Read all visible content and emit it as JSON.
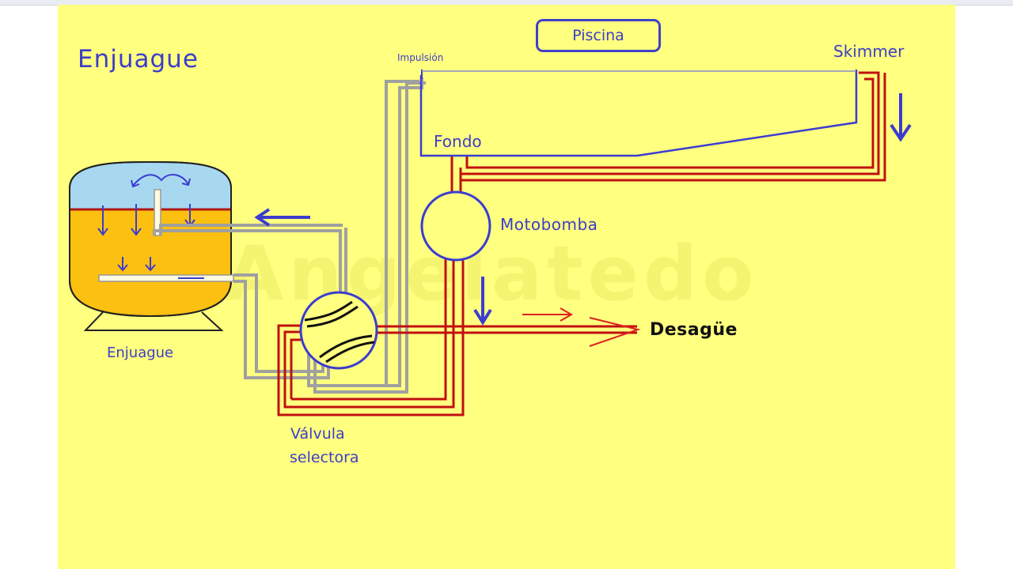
{
  "title": "Enjuague",
  "labels": {
    "pool": "Piscina",
    "discharge_inlet": "Impulsión",
    "skimmer": "Skimmer",
    "bottom_drain": "Fondo",
    "pump": "Motobomba",
    "drain": "Desagüe",
    "filter_caption": "Enjuague",
    "valve_line1": "Válvula",
    "valve_line2": "selectora"
  },
  "watermark": "Angelatedo",
  "colors": {
    "slide_background": "#ffff80",
    "label_blue": "#3d3dc9",
    "pipe_red": "#c01010",
    "pipe_grey": "#a0a0a0",
    "arrow_blue": "#3c3cd0",
    "arrow_red": "#e02020",
    "filter_water": "#a7d8f0",
    "filter_sand": "#fcc010"
  }
}
